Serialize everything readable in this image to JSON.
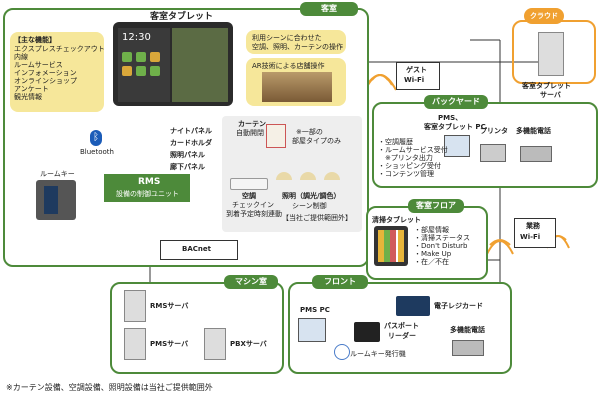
{
  "guest_room": {
    "title": "客室",
    "tablet_title": "客室タブレット",
    "tablet_clock": "12:30",
    "features_heading": "【主な機能】",
    "features": [
      "エクスプレスチェックアウト",
      "内線",
      "ルームサービス",
      "インフォメーション",
      "オンラインショップ",
      "アンケート",
      "観光情報"
    ],
    "scene_note": [
      "利用シーンに合わせた",
      "空調、照明、カーテンの操作"
    ],
    "ar_note": "AR技術による店舗操作",
    "bluetooth": "Bluetooth",
    "room_key": "ルームキー",
    "panels": [
      "ナイトパネル",
      "カードホルダ",
      "照明パネル",
      "廊下パネル"
    ],
    "rms_title": "RMS",
    "rms_sub": "設備の制御ユニット",
    "curtain_title": [
      "カーテン",
      "自動開閉"
    ],
    "curtain_note": [
      "※一部の",
      "部屋タイプのみ"
    ],
    "aircon_title": "空調",
    "aircon_sub": [
      "チェックイン",
      "到着予定時刻連動"
    ],
    "lighting_title": "照明（調光/調色）",
    "lighting_sub": "シーン制御",
    "out_of_scope": "【当社ご提供範囲外】"
  },
  "cloud": {
    "badge": "クラウド",
    "server": [
      "客室タブレット",
      "サーバ"
    ]
  },
  "guest_wifi": [
    "ゲスト",
    "Wi-Fi"
  ],
  "backyard": {
    "title": "バックヤード",
    "pc_label": [
      "PMS、",
      "客室タブレット PC"
    ],
    "printer": "プリンタ",
    "phone": "多機能電話",
    "tasks": [
      "・空調履歴",
      "・ルームサービス受付",
      "　※プリンタ出力",
      "・ショッピング受付",
      "・コンテンツ管理"
    ]
  },
  "guest_floor": {
    "title": "客室フロア",
    "tablet_label": "清掃タブレット",
    "items": [
      "・部屋情報",
      "・清掃ステータス",
      "・Don't Disturb",
      "・Make Up",
      "・在／不在"
    ]
  },
  "business_wifi": [
    "業務",
    "Wi-Fi"
  ],
  "bacnet": "BACnet",
  "machine_room": {
    "title": "マシン室",
    "servers": [
      "RMSサーバ",
      "PMSサーバ",
      "PBXサーバ"
    ]
  },
  "front": {
    "title": "フロント",
    "pms_pc": "PMS PC",
    "e_register": "電子レジカード",
    "passport": [
      "パスポート",
      "リーダー"
    ],
    "phone": "多機能電話",
    "key_issuer": "ルームキー発行機"
  },
  "footnote": "※カーテン設備、空調設備、照明設備は当社ご提供範囲外",
  "colors": {
    "green": "#4d8a3a",
    "yellow": "#f6e79a",
    "orange": "#f0a030",
    "blue": "#4a7cc9"
  }
}
